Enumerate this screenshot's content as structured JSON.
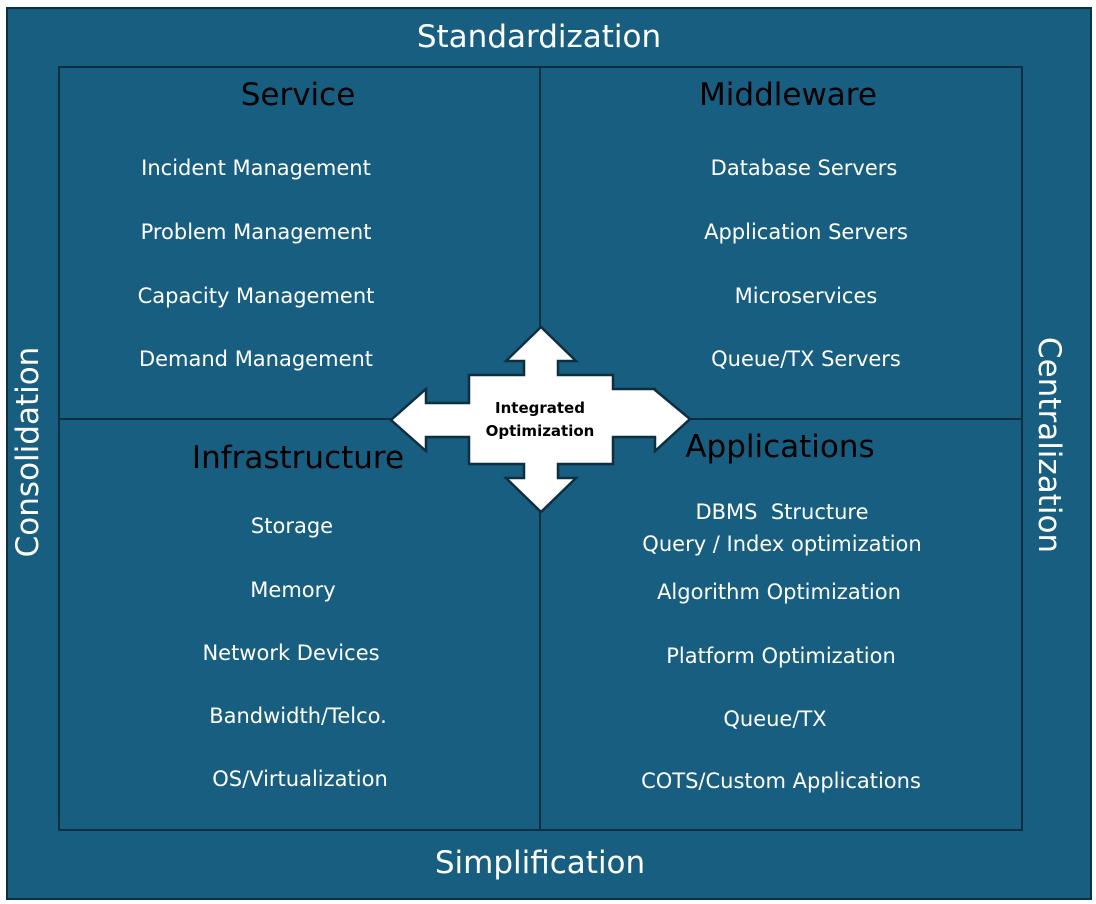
{
  "sides": {
    "top": "Standardization",
    "bottom": "Simplification",
    "left": "Consolidation",
    "right": "Centralization"
  },
  "center": {
    "line1": "Integrated",
    "line2": "Optimization"
  },
  "quadrants": {
    "service": {
      "title": "Service",
      "items": [
        "Incident Management",
        "Problem Management",
        "Capacity Management",
        "Demand Management"
      ]
    },
    "middleware": {
      "title": "Middleware",
      "items": [
        "Database Servers",
        "Application Servers",
        "Microservices",
        "Queue/TX Servers"
      ]
    },
    "infrastructure": {
      "title": "Infrastructure",
      "items": [
        "Storage",
        "Memory",
        "Network Devices",
        "Bandwidth/Telco.",
        "OS/Virtualization"
      ]
    },
    "applications": {
      "title": "Applications",
      "items": [
        "DBMS  Structure",
        "Query / Index optimization",
        "Algorithm Optimization",
        "Platform Optimization",
        "Queue/TX",
        "COTS/Custom Applications"
      ]
    }
  },
  "colors": {
    "background": "#175e80",
    "border": "#0e2f40",
    "arrow_fill": "#ffffff"
  }
}
